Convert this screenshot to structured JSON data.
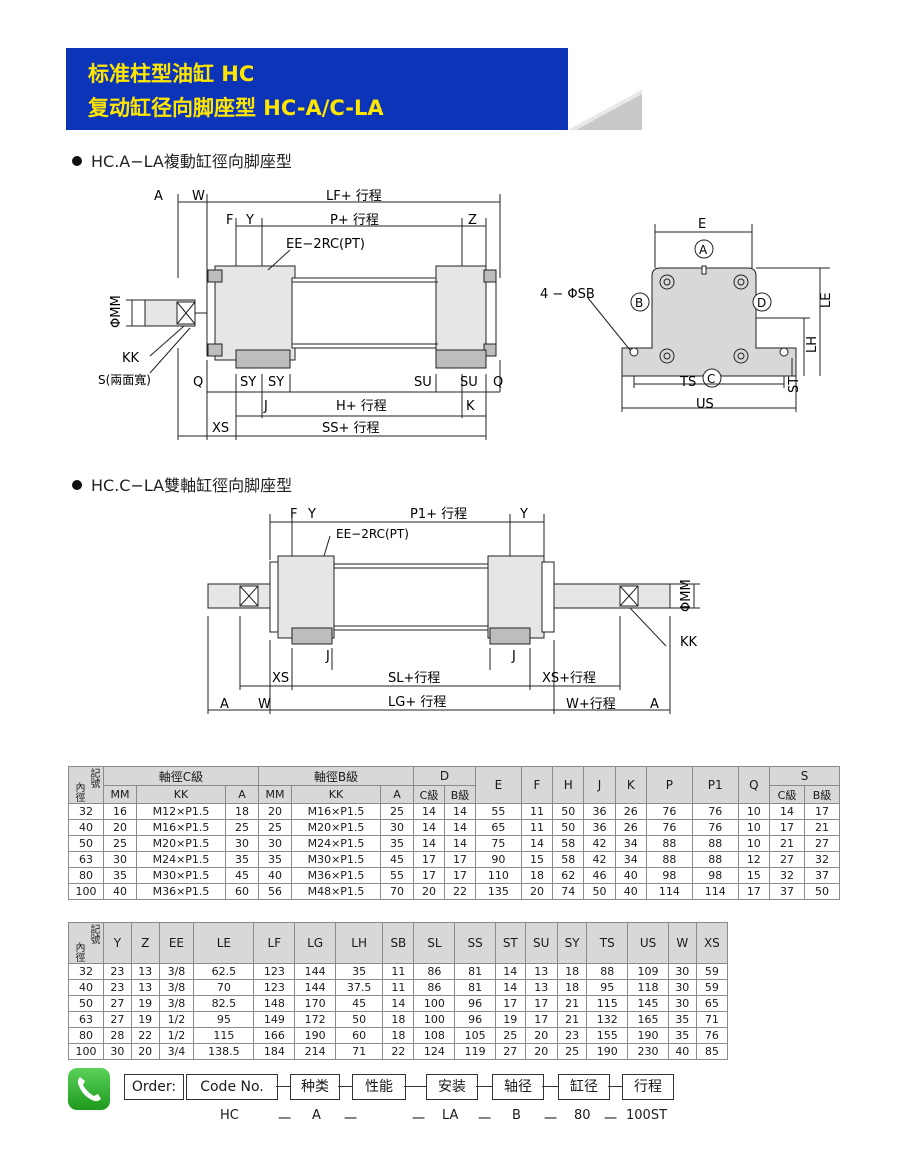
{
  "header": {
    "line1": "标准柱型油缸 HC",
    "line2": "复动缸径向脚座型 HC-A/C-LA"
  },
  "sections": {
    "a_title": "HC.A−LA複動缸徑向脚座型",
    "c_title": "HC.C−LA雙軸缸徑向脚座型"
  },
  "diagram_a": {
    "labels": {
      "A": "A",
      "W": "W",
      "LF": "LF+ 行程",
      "F": "F",
      "Y": "Y",
      "P": "P+ 行程",
      "Z": "Z",
      "EE": "EE−2RC(PT)",
      "MM": "ΦMM",
      "KK": "KK",
      "S": "S(兩面寬)",
      "Q1": "Q",
      "SY1": "SY",
      "SY2": "SY",
      "SU1": "SU",
      "SU2": "SU",
      "Q2": "Q",
      "J": "J",
      "H": "H+ 行程",
      "K": "K",
      "XS": "XS",
      "SS": "SS+ 行程"
    }
  },
  "diagram_side": {
    "labels": {
      "E": "E",
      "A": "A",
      "B": "B",
      "D": "D",
      "C": "C",
      "SB": "4 − ΦSB",
      "LE": "LE",
      "LH": "LH",
      "TS": "TS",
      "US": "US",
      "ST": "ST"
    }
  },
  "diagram_c": {
    "labels": {
      "F": "F",
      "Y1": "Y",
      "P1": "P1+ 行程",
      "Y2": "Y",
      "EE": "EE−2RC(PT)",
      "MM": "ΦMM",
      "KK": "KK",
      "J1": "J",
      "J2": "J",
      "XS": "XS",
      "SL": "SL+行程",
      "XS2": "XS+行程",
      "A1": "A",
      "W1": "W",
      "LG": "LG+ 行程",
      "W2": "W+行程",
      "A2": "A"
    }
  },
  "table1": {
    "corner_top": "記號",
    "corner_bottom": "內徑",
    "group_c": "軸徑C級",
    "group_b": "軸徑B級",
    "col_D": "D",
    "col_S": "S",
    "sub_c": [
      "MM",
      "KK",
      "A"
    ],
    "sub_b": [
      "MM",
      "KK",
      "A"
    ],
    "sub_D": [
      "C級",
      "B級"
    ],
    "singles": [
      "E",
      "F",
      "H",
      "J",
      "K",
      "P",
      "P1",
      "Q"
    ],
    "sub_S": [
      "C級",
      "B級"
    ],
    "rows": [
      [
        "32",
        "16",
        "M12×P1.5",
        "18",
        "20",
        "M16×P1.5",
        "25",
        "14",
        "14",
        "55",
        "11",
        "50",
        "36",
        "26",
        "76",
        "76",
        "10",
        "14",
        "17"
      ],
      [
        "40",
        "20",
        "M16×P1.5",
        "25",
        "25",
        "M20×P1.5",
        "30",
        "14",
        "14",
        "65",
        "11",
        "50",
        "36",
        "26",
        "76",
        "76",
        "10",
        "17",
        "21"
      ],
      [
        "50",
        "25",
        "M20×P1.5",
        "30",
        "30",
        "M24×P1.5",
        "35",
        "14",
        "14",
        "75",
        "14",
        "58",
        "42",
        "34",
        "88",
        "88",
        "10",
        "21",
        "27"
      ],
      [
        "63",
        "30",
        "M24×P1.5",
        "35",
        "35",
        "M30×P1.5",
        "45",
        "17",
        "17",
        "90",
        "15",
        "58",
        "42",
        "34",
        "88",
        "88",
        "12",
        "27",
        "32"
      ],
      [
        "80",
        "35",
        "M30×P1.5",
        "45",
        "40",
        "M36×P1.5",
        "55",
        "17",
        "17",
        "110",
        "18",
        "62",
        "46",
        "40",
        "98",
        "98",
        "15",
        "32",
        "37"
      ],
      [
        "100",
        "40",
        "M36×P1.5",
        "60",
        "56",
        "M48×P1.5",
        "70",
        "20",
        "22",
        "135",
        "20",
        "74",
        "50",
        "40",
        "114",
        "114",
        "17",
        "37",
        "50"
      ]
    ]
  },
  "table2": {
    "corner_top": "記號",
    "corner_bottom": "內徑",
    "headers": [
      "Y",
      "Z",
      "EE",
      "LE",
      "LF",
      "LG",
      "LH",
      "SB",
      "SL",
      "SS",
      "ST",
      "SU",
      "SY",
      "TS",
      "US",
      "W",
      "XS"
    ],
    "rows": [
      [
        "32",
        "23",
        "13",
        "3/8",
        "62.5",
        "123",
        "144",
        "35",
        "11",
        "86",
        "81",
        "14",
        "13",
        "18",
        "88",
        "109",
        "30",
        "59"
      ],
      [
        "40",
        "23",
        "13",
        "3/8",
        "70",
        "123",
        "144",
        "37.5",
        "11",
        "86",
        "81",
        "14",
        "13",
        "18",
        "95",
        "118",
        "30",
        "59"
      ],
      [
        "50",
        "27",
        "19",
        "3/8",
        "82.5",
        "148",
        "170",
        "45",
        "14",
        "100",
        "96",
        "17",
        "17",
        "21",
        "115",
        "145",
        "30",
        "65"
      ],
      [
        "63",
        "27",
        "19",
        "1/2",
        "95",
        "149",
        "172",
        "50",
        "18",
        "100",
        "96",
        "19",
        "17",
        "21",
        "132",
        "165",
        "35",
        "71"
      ],
      [
        "80",
        "28",
        "22",
        "1/2",
        "115",
        "166",
        "190",
        "60",
        "18",
        "108",
        "105",
        "25",
        "20",
        "23",
        "155",
        "190",
        "35",
        "76"
      ],
      [
        "100",
        "30",
        "20",
        "3/4",
        "138.5",
        "184",
        "214",
        "71",
        "22",
        "124",
        "119",
        "27",
        "20",
        "25",
        "190",
        "230",
        "40",
        "85"
      ]
    ]
  },
  "order": {
    "order_label": "Order:",
    "code_label": "Code No.",
    "fields": [
      "种类",
      "性能",
      "安装",
      "轴径",
      "缸径",
      "行程"
    ],
    "values": [
      "HC",
      "A",
      "LA",
      "B",
      "80",
      "100ST"
    ],
    "dashes": [
      "一",
      "一",
      "一",
      "一",
      "一",
      "一"
    ]
  }
}
